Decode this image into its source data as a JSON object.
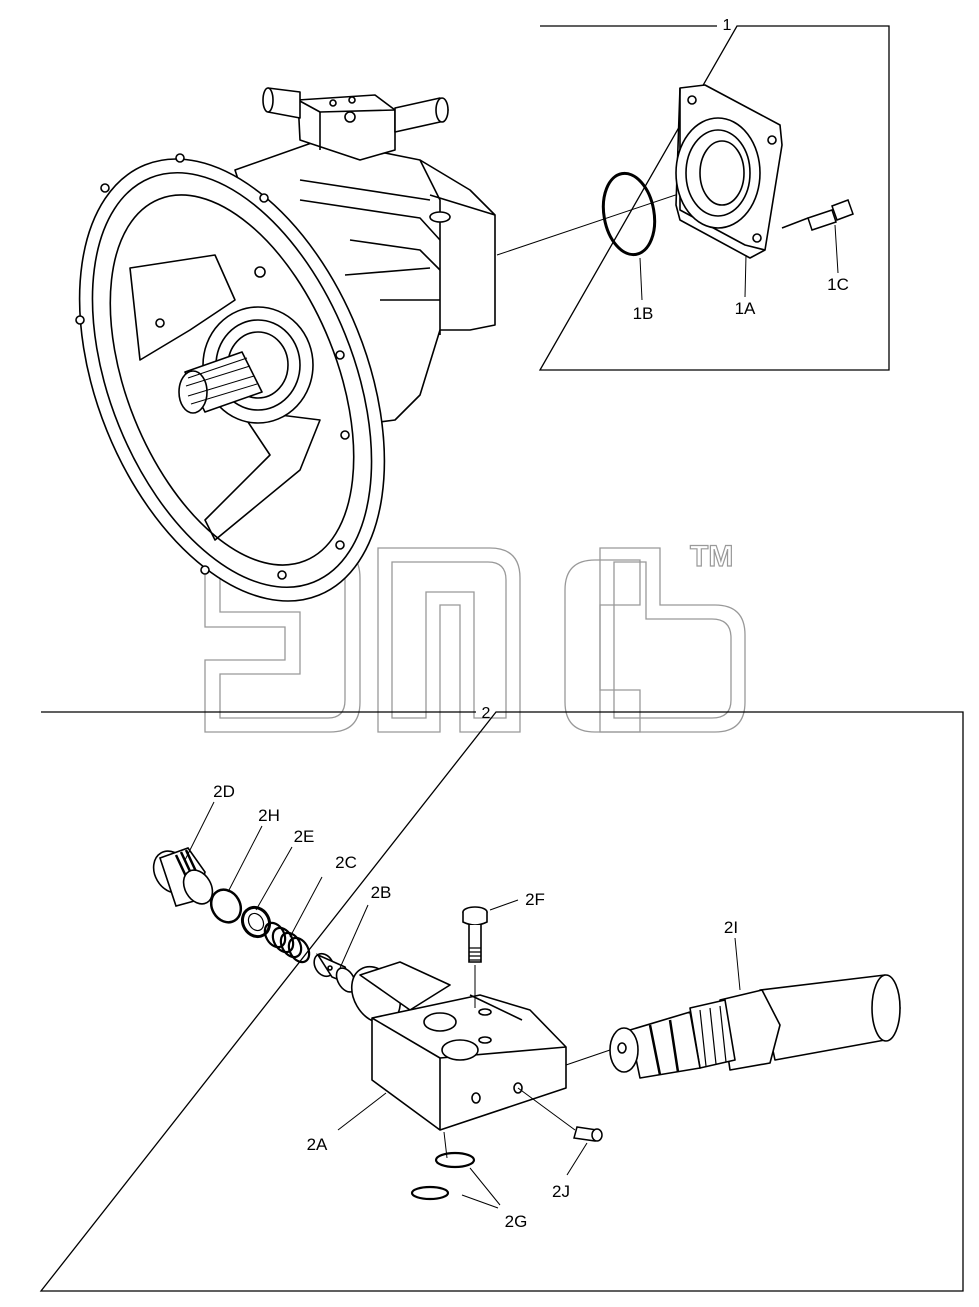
{
  "frames": {
    "frame1": {
      "number": "1"
    },
    "frame2": {
      "number": "2"
    }
  },
  "callouts": {
    "c1A": "1A",
    "c1B": "1B",
    "c1C": "1C",
    "c2A": "2A",
    "c2B": "2B",
    "c2C": "2C",
    "c2D": "2D",
    "c2E": "2E",
    "c2F": "2F",
    "c2G": "2G",
    "c2H": "2H",
    "c2I": "2I",
    "c2J": "2J"
  },
  "watermark": {
    "text": "ЭПСБ",
    "trademark": "TM"
  },
  "colors": {
    "line": "#000000",
    "watermark": "#999999",
    "background": "#ffffff"
  }
}
